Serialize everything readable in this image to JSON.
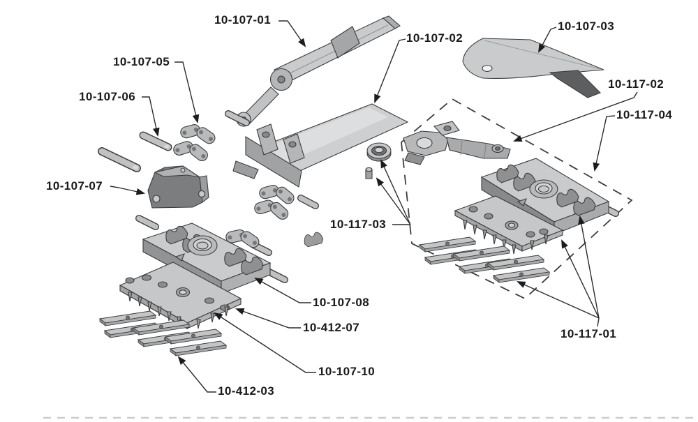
{
  "diagram": {
    "kind": "exploded-parts-diagram",
    "labels": [
      {
        "text": "10-107-01"
      },
      {
        "text": "10-107-02"
      },
      {
        "text": "10-107-03"
      },
      {
        "text": "10-117-02"
      },
      {
        "text": "10-117-04"
      },
      {
        "text": "10-107-05"
      },
      {
        "text": "10-107-06"
      },
      {
        "text": "10-107-07"
      },
      {
        "text": "10-117-03"
      },
      {
        "text": "10-107-08"
      },
      {
        "text": "10-412-07"
      },
      {
        "text": "10-107-10"
      },
      {
        "text": "10-412-03"
      },
      {
        "text": "10-117-01"
      }
    ],
    "colors": {
      "background": "#ffffff",
      "part_light": "#c9cbcd",
      "part_mid": "#a8aaac",
      "part_dark": "#808284",
      "part_shadow": "#5c5e60",
      "outline": "#3c3c3c",
      "leader_line": "#2b2b2b",
      "label_text": "#1a1a1a",
      "dashed_boundary": "#3c3c3c"
    }
  }
}
